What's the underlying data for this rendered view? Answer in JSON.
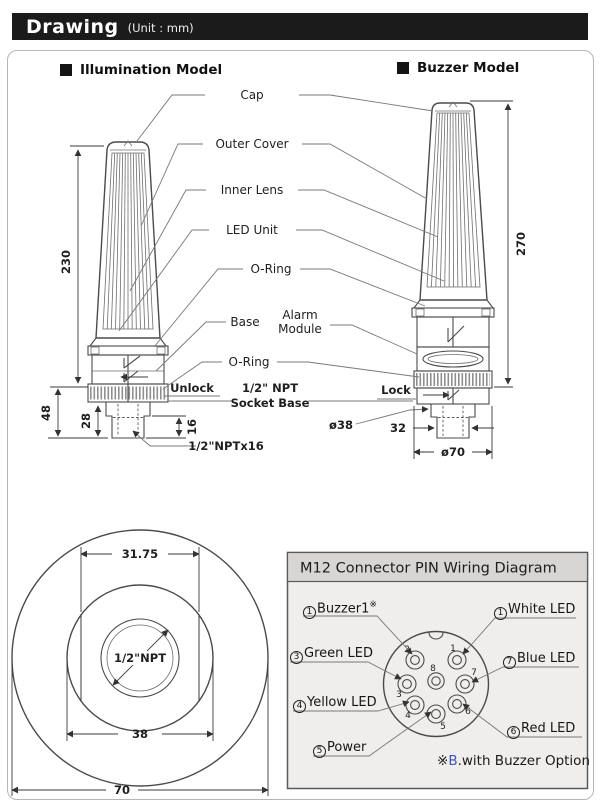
{
  "page": {
    "title": "Drawing",
    "unit": "(Unit : mm)"
  },
  "models": {
    "illumination": "Illumination Model",
    "buzzer": "Buzzer Model"
  },
  "parts": {
    "cap": "Cap",
    "outer_cover": "Outer Cover",
    "inner_lens": "Inner Lens",
    "led_unit": "LED Unit",
    "o_ring_upper": "O-Ring",
    "base": "Base",
    "alarm_module_line1": "Alarm",
    "alarm_module_line2": "Module",
    "o_ring_lower": "O-Ring",
    "unlock": "Unlock",
    "lock": "Lock",
    "socket_base_line1": "1/2\" NPT",
    "socket_base_line2": "Socket Base",
    "npt_thread": "1/2\"NPTx16"
  },
  "dims": {
    "illum_height": "230",
    "base_height": "48",
    "stud_height": "28",
    "thread_len": "16",
    "buzzer_height": "270",
    "dia_38": "ø38",
    "width_32": "32",
    "dia_70": "ø70"
  },
  "mount_view": {
    "across_flats": "31.75",
    "center_thread": "1/2\"NPT",
    "mid_dia": "38",
    "outer_dia": "70"
  },
  "m12": {
    "title": "M12 Connector PIN Wiring Diagram",
    "pin_numbers": {
      "p1": "1",
      "p2": "2",
      "p3": "3",
      "p4": "4",
      "p5": "5",
      "p6": "6",
      "p7": "7",
      "p8": "8"
    },
    "labels": {
      "buzzer": {
        "num": "1",
        "text": "Buzzer1",
        "mark": "※"
      },
      "white": {
        "num": "1",
        "text": "White LED"
      },
      "green": {
        "num": "3",
        "text": "Green LED"
      },
      "blue": {
        "num": "7",
        "text": "Blue LED"
      },
      "yellow": {
        "num": "4",
        "text": "Yellow LED"
      },
      "red": {
        "num": "6",
        "text": "Red LED"
      },
      "power": {
        "num": "5",
        "text": "Power"
      }
    },
    "footnote": {
      "mark": "※",
      "highlight": "B",
      "text": ".with Buzzer Option"
    }
  },
  "colors": {
    "title_bg": "#1b1b1b",
    "line": "#4a4a4a",
    "panel_bg": "#f0eeec",
    "panel_header_bg": "#d8d6d4",
    "footnote_blue": "#3c55bb"
  }
}
